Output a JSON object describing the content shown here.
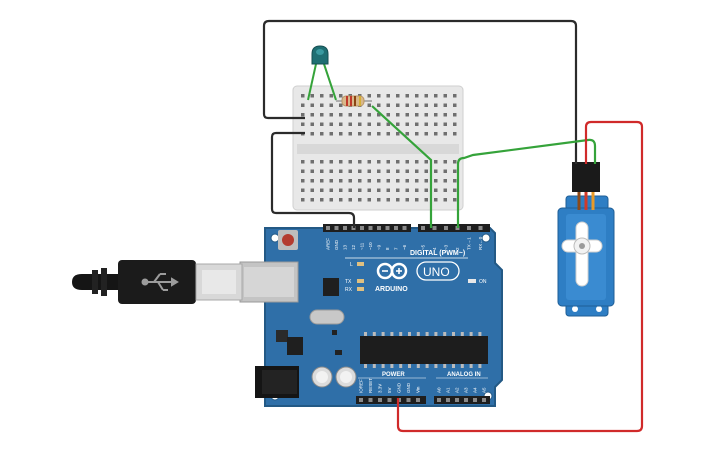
{
  "canvas": {
    "background": "#ffffff"
  },
  "colors": {
    "board": "#2f6fa8",
    "board_dark": "#235985",
    "breadboard": "#e9e9e9",
    "wire_black": "#2b2b2b",
    "wire_green": "#35a33a",
    "wire_red": "#d02a2a",
    "servo_blue": "#2e7ec4",
    "led_body": "#1f6f73"
  },
  "components": {
    "led": {
      "name": "LED",
      "icon": "led-icon"
    },
    "resistor": {
      "name": "Resistor",
      "icon": "resistor-icon"
    },
    "breadboard": {
      "name": "Breadboard Mini",
      "icon": "breadboard-icon"
    },
    "servo": {
      "name": "Positional Micro Servo",
      "icon": "servo-icon"
    },
    "usb_cable": {
      "name": "USB Cable",
      "icon": "usb-icon"
    }
  },
  "arduino": {
    "brand": "ARDUINO",
    "model": "UNO",
    "digital_label": "DIGITAL (PWM~)",
    "power_label": "POWER",
    "analog_label": "ANALOG IN",
    "on_label": "ON",
    "l_label": "L",
    "tx_label": "TX",
    "rx_label": "RX",
    "top_pins": [
      "AREF",
      "GND",
      "13",
      "12",
      "~11",
      "~10",
      "~9",
      "8",
      "7",
      "~6",
      "~5",
      "4",
      "~3",
      "2",
      "TX→1",
      "RX←0"
    ],
    "power_pins": [
      "IOREF",
      "RESET",
      "3.3V",
      "5V",
      "GND",
      "GND",
      "Vin"
    ],
    "analog_pins": [
      "A0",
      "A1",
      "A2",
      "A3",
      "A4",
      "A5"
    ]
  }
}
